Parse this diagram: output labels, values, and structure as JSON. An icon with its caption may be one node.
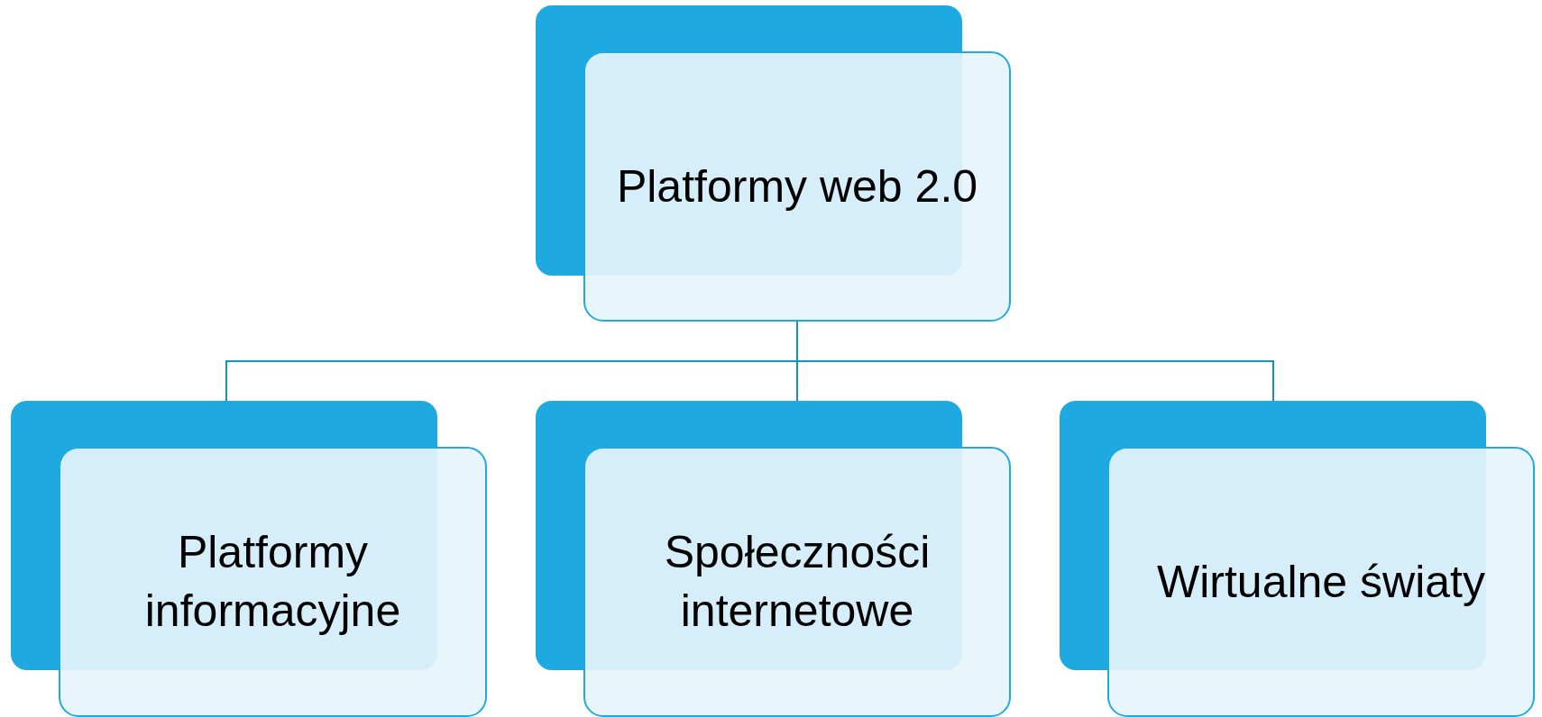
{
  "diagram": {
    "nodes": [
      {
        "text": [
          "Platformy web 2.0"
        ]
      },
      {
        "text": [
          "Platformy informacyjne"
        ]
      },
      {
        "text": [
          "Społeczności internetowe"
        ]
      },
      {
        "text": [
          "Wirtualne światy"
        ]
      }
    ],
    "edges": [
      {
        "from": 0,
        "to": 1,
        "arrow": "none"
      },
      {
        "from": 0,
        "to": 2,
        "arrow": "none"
      },
      {
        "from": 0,
        "to": 3,
        "arrow": "none"
      }
    ]
  }
}
